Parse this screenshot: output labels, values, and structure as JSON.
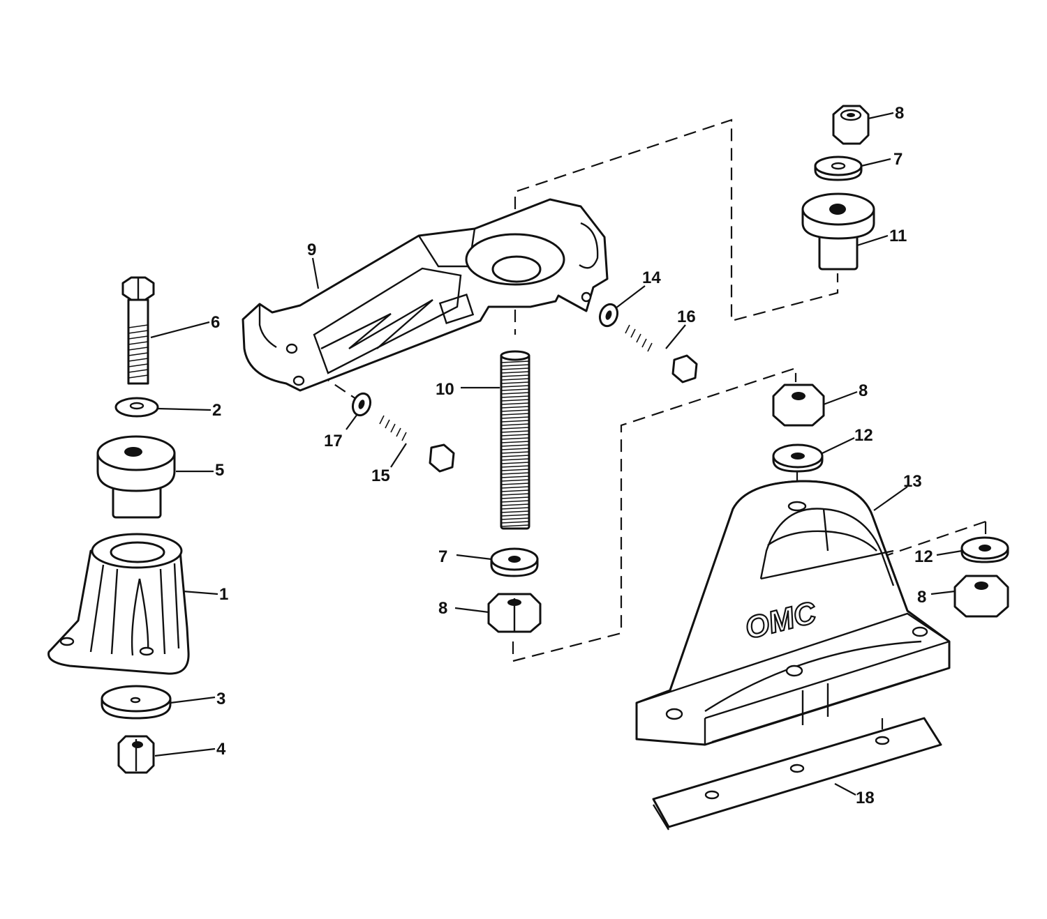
{
  "callouts": {
    "c1": "1",
    "c2": "2",
    "c3": "3",
    "c4": "4",
    "c5": "5",
    "c6": "6",
    "c7a": "7",
    "c7b": "7",
    "c8a": "8",
    "c8b": "8",
    "c8c": "8",
    "c8d": "8",
    "c9": "9",
    "c10": "10",
    "c11": "11",
    "c12a": "12",
    "c12b": "12",
    "c13": "13",
    "c14": "14",
    "c15": "15",
    "c16": "16",
    "c17": "17",
    "c18": "18"
  },
  "mount_logo": "OMC",
  "colors": {
    "ink": "#111111",
    "paper": "#ffffff"
  }
}
